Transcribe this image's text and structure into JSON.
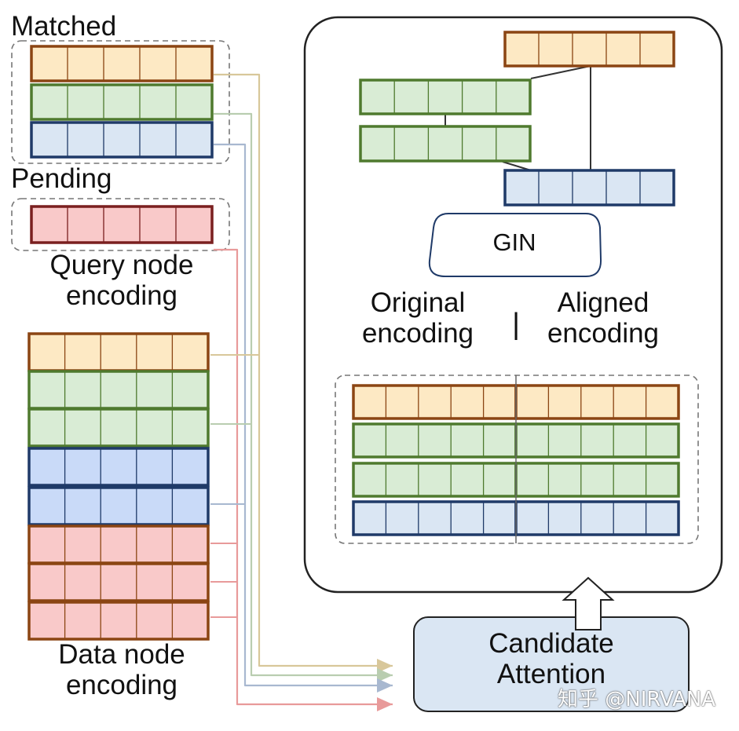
{
  "labels": {
    "matched": "Matched",
    "pending": "Pending",
    "query_line1": "Query node",
    "query_line2": "encoding",
    "data_line1": "Data node",
    "data_line2": "encoding",
    "original_line1": "Original",
    "original_line2": "encoding",
    "separator": "|",
    "aligned_line1": "Aligned",
    "aligned_line2": "encoding",
    "gin": "GIN",
    "candidate_line1": "Candidate",
    "candidate_line2": "Attention"
  },
  "watermark": "知乎 @NIRVANA",
  "colors": {
    "orange_fill": "#fde9c4",
    "orange_border": "#8b4513",
    "green_fill": "#d9ecd5",
    "green_border": "#4f7a2e",
    "blue_fill": "#dae6f3",
    "blue_border": "#1f3a68",
    "blue_strong_fill": "#c9daf8",
    "red_fill": "#f9c9c9",
    "red_border": "#7a1f1f",
    "red_data_border": "#8b4513",
    "arrow_orange": "#d8c79a",
    "arrow_green": "#b9cdb0",
    "arrow_blue": "#a8b8d0",
    "arrow_red": "#e89a9a",
    "candidate_fill": "#dae6f3"
  },
  "query_encoding": {
    "matched_rows": [
      "orange",
      "green",
      "blue"
    ],
    "pending_rows": [
      "red"
    ],
    "cells_per_row": 5
  },
  "data_encoding": {
    "rows": [
      "orange",
      "green",
      "green",
      "blue",
      "blue",
      "red",
      "red",
      "red"
    ],
    "cells_per_row": 5
  },
  "aligned_encoding": {
    "rows": [
      "orange",
      "green",
      "green",
      "blue"
    ],
    "cells_per_half": 5
  }
}
